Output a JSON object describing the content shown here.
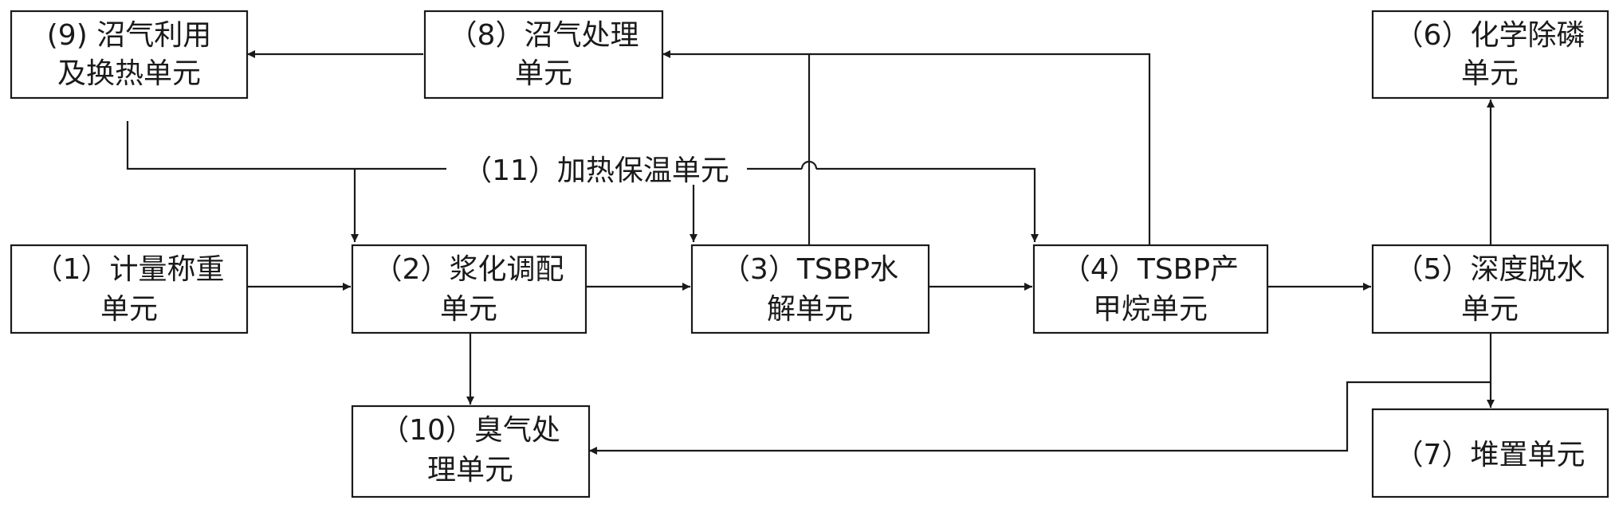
{
  "units": {
    "u1": {
      "line1": "（1）计量称重",
      "line2": "单元"
    },
    "u2": {
      "line1": "（2）浆化调配",
      "line2": "单元"
    },
    "u3": {
      "line1": "（3）TSBP水",
      "line2": "解单元"
    },
    "u4": {
      "line1": "（4）TSBP产",
      "line2": "甲烷单元"
    },
    "u5": {
      "line1": "（5）深度脱水",
      "line2": "单元"
    },
    "u6": {
      "line1": "（6）化学除磷",
      "line2": "单元"
    },
    "u7": {
      "line1": "（7）堆置单元"
    },
    "u8": {
      "line1": "（8）沼气处理",
      "line2": "单元"
    },
    "u9": {
      "line1": "(9) 沼气利用",
      "line2": "及换热单元"
    },
    "u10": {
      "line1": "（10）臭气处",
      "line2": "理单元"
    }
  },
  "heating_label": "（11）加热保温单元"
}
